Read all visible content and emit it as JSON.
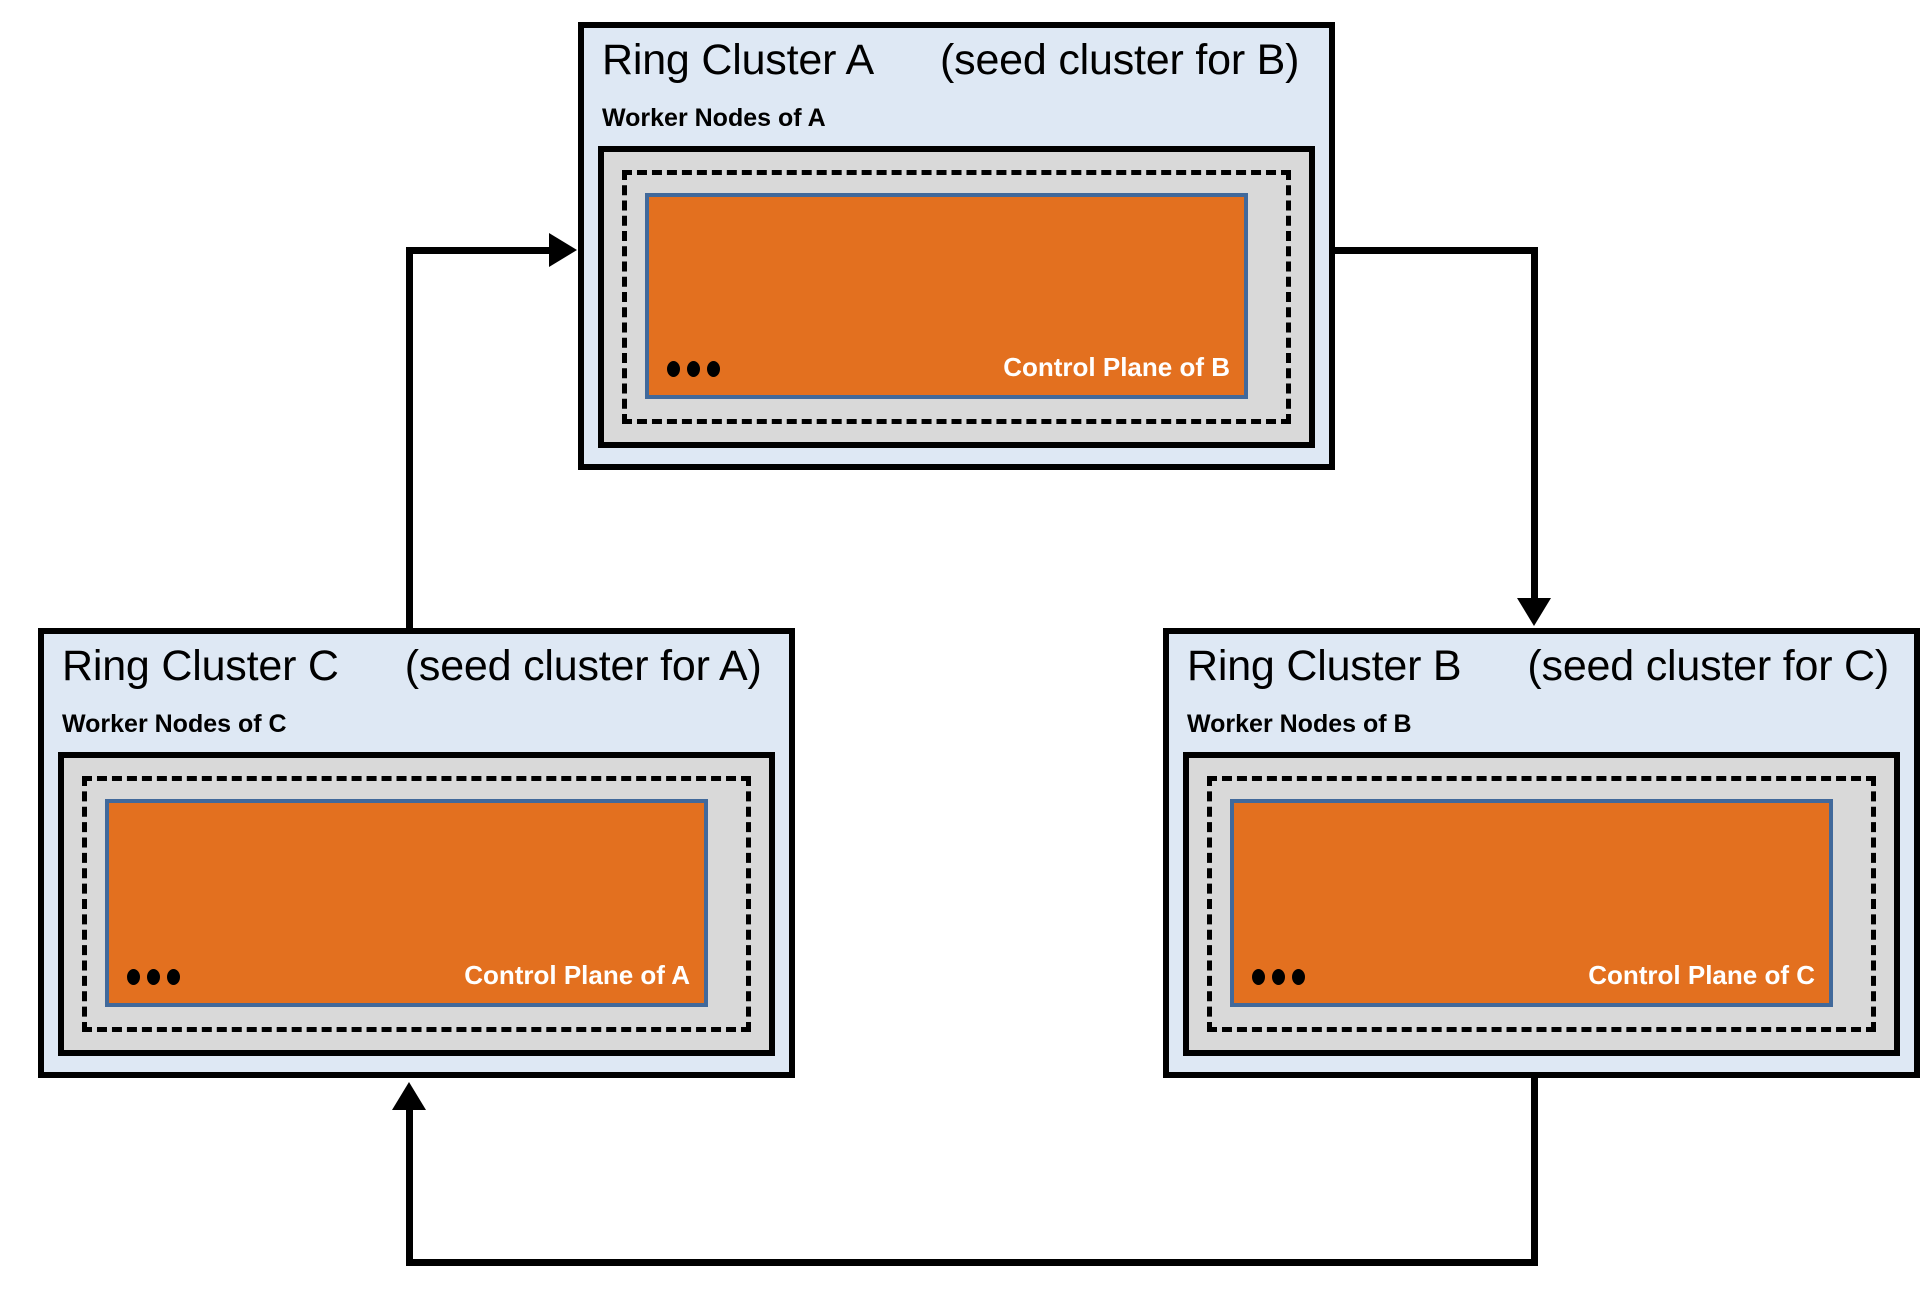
{
  "diagram": {
    "title_implicit": "Ring of Kubernetes clusters bootstrapping each other",
    "clusters": [
      {
        "id": "a",
        "name": "Ring Cluster A",
        "seed_note": "(seed cluster for B)",
        "worker_label": "Worker Nodes of A",
        "control_plane_label": "Control Plane of B",
        "ellipsis": "•••"
      },
      {
        "id": "c",
        "name": "Ring Cluster C",
        "seed_note": "(seed cluster for A)",
        "worker_label": "Worker Nodes of C",
        "control_plane_label": "Control Plane of A",
        "ellipsis": "•••"
      },
      {
        "id": "b",
        "name": "Ring Cluster B",
        "seed_note": "(seed cluster for C)",
        "worker_label": "Worker Nodes of B",
        "control_plane_label": "Control Plane of C",
        "ellipsis": "•••"
      }
    ],
    "connectors": [
      {
        "id": "c-to-a",
        "from": "Ring Cluster C",
        "to": "Ring Cluster A",
        "direction": "up-then-right"
      },
      {
        "id": "a-to-b",
        "from": "Ring Cluster A",
        "to": "Ring Cluster B",
        "direction": "right-then-down"
      },
      {
        "id": "b-to-c",
        "from": "Ring Cluster B",
        "to": "Ring Cluster C",
        "direction": "down-left-then-up"
      }
    ],
    "colors": {
      "cluster_fill": "#dee8f4",
      "worker_fill": "#d9d9d9",
      "control_plane_fill": "#e3701f",
      "control_plane_border": "#41699b",
      "outline": "#000000",
      "label_text": "#ffffff"
    }
  }
}
